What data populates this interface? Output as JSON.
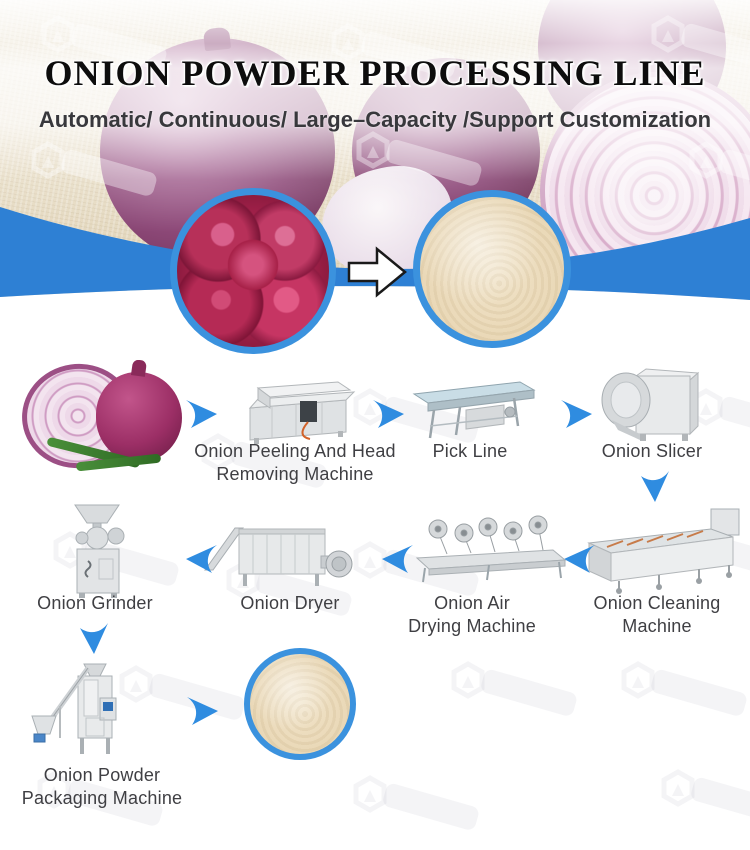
{
  "header": {
    "title": "ONION POWDER PROCESSING LINE",
    "subtitle": "Automatic/ Continuous/ Large–Capacity /Support Customization"
  },
  "machines": {
    "peeling": {
      "line1": "Onion Peeling And Head",
      "line2": "Removing Machine"
    },
    "pick": {
      "line1": "Pick Line"
    },
    "slicer": {
      "line1": "Onion Slicer"
    },
    "cleaning": {
      "line1": "Onion Cleaning",
      "line2": "Machine"
    },
    "air": {
      "line1": "Onion Air",
      "line2": "Drying Machine"
    },
    "dryer": {
      "line1": "Onion Dryer"
    },
    "grinder": {
      "line1": "Onion Grinder"
    },
    "packaging": {
      "line1": "Onion Powder",
      "line2": "Packaging Machine"
    }
  },
  "icons": [
    "chevron-right-arrow",
    "chevron-left-arrow",
    "chevron-down-arrow",
    "block-arrow-right",
    "hexagon-watermark-logo"
  ],
  "colors": {
    "flow_blue": "#2e80d4",
    "arrow_blue": "#2f8ce0",
    "circle_border_blue": "#3b92de",
    "title_color": "#0d0d0d",
    "subtitle_color": "#38383c",
    "label_color": "#3f3f43"
  }
}
